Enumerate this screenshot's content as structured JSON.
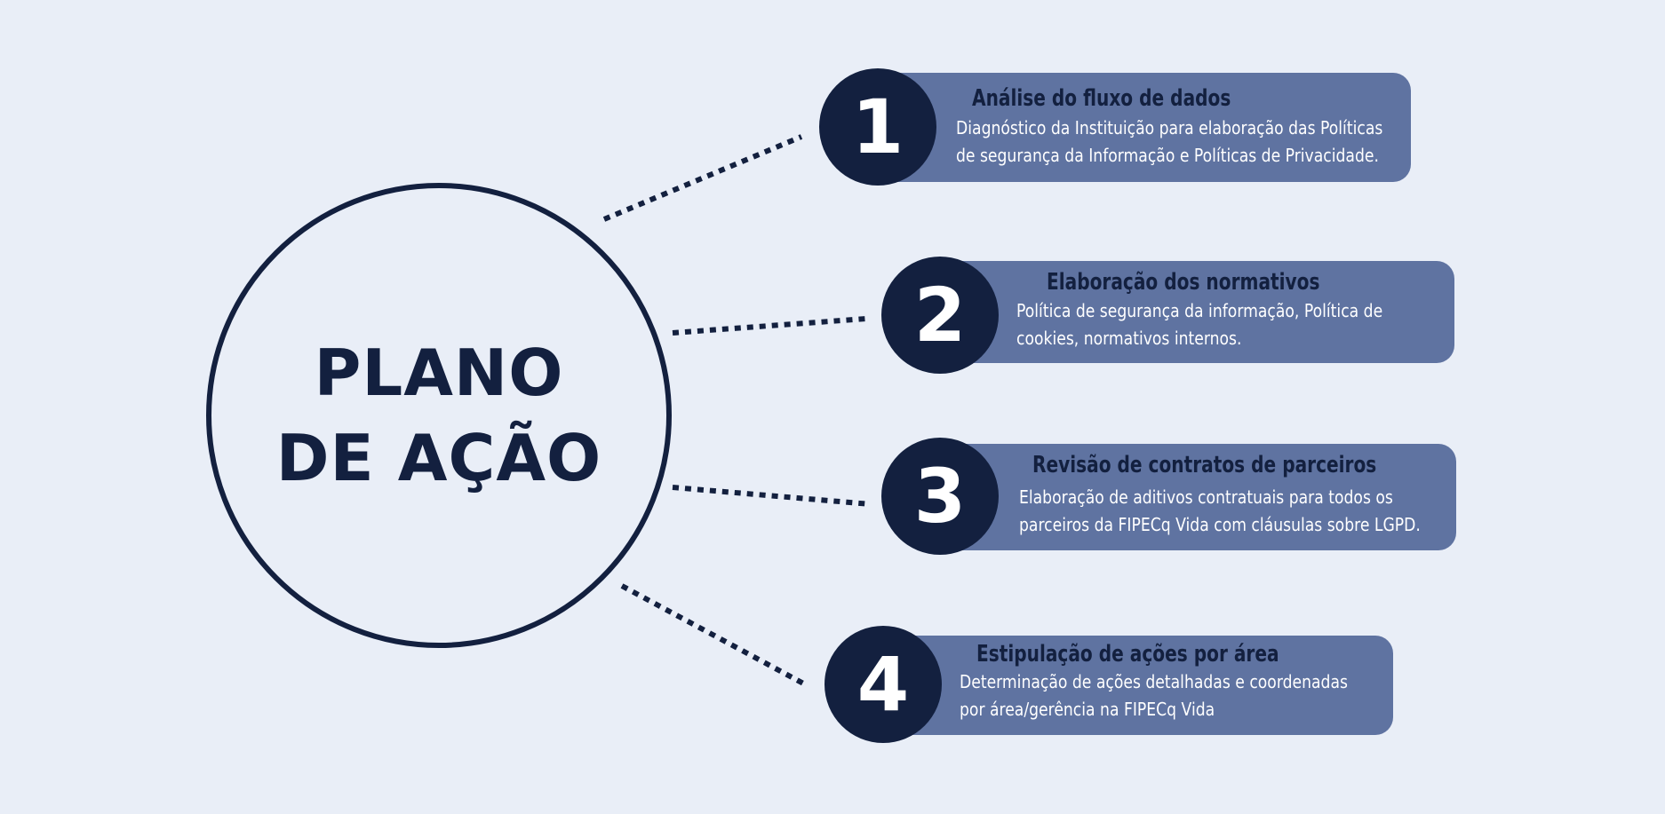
{
  "main": {
    "title_line1": "PLANO",
    "title_line2": "DE AÇÃO"
  },
  "items": [
    {
      "number": "1",
      "title": "Análise do fluxo de dados",
      "desc_line1": "Diagnóstico da Instituição para elaboração das Políticas",
      "desc_line2": "de segurança da Informação e Políticas de Privacidade."
    },
    {
      "number": "2",
      "title": "Elaboração dos normativos",
      "desc_line1": "Política de segurança da informação, Política de",
      "desc_line2": "cookies, normativos internos."
    },
    {
      "number": "3",
      "title": "Revisão de contratos de parceiros",
      "desc_line1": "Elaboração de aditivos contratuais para todos os",
      "desc_line2": "parceiros da FIPECq Vida com cláusulas sobre LGPD."
    },
    {
      "number": "4",
      "title": "Estipulação de ações por área",
      "desc_line1": "Determinação de ações detalhadas e coordenadas",
      "desc_line2": "por área/gerência na FIPECq Vida"
    }
  ],
  "colors": {
    "background": "#e9eef7",
    "navy": "#13203f",
    "card": "#5f73a1",
    "text_light": "#ffffff"
  }
}
